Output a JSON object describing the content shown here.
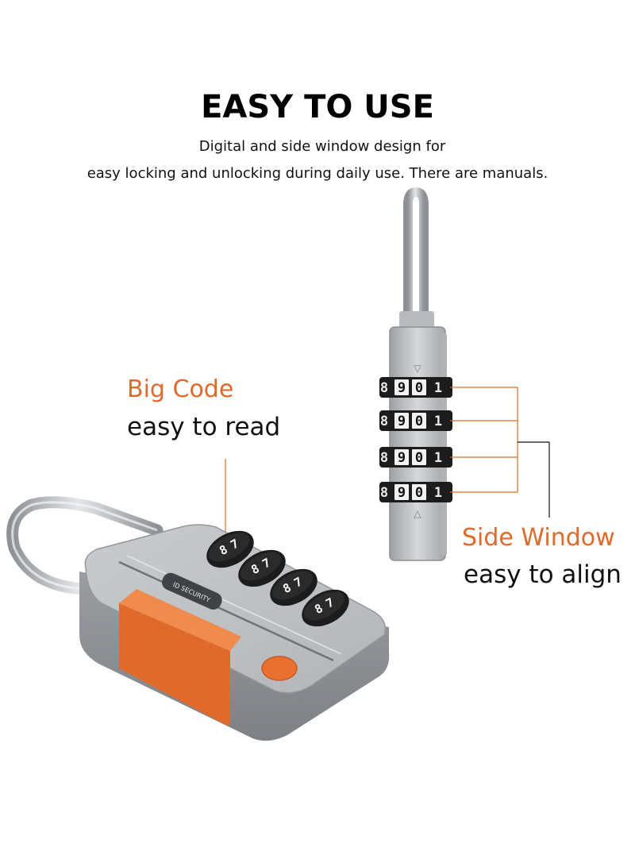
{
  "header": {
    "title": "EASY TO USE",
    "subtitle_line1": "Digital and side window design for",
    "subtitle_line2": "easy locking and unlocking during daily use. There are manuals."
  },
  "callouts": {
    "big_code": {
      "title": "Big Code",
      "desc": "easy to read"
    },
    "side_window": {
      "title": "Side Window",
      "desc": "easy to align"
    }
  },
  "lock_front": {
    "dials": [
      {
        "digits": [
          "8",
          "7"
        ]
      },
      {
        "digits": [
          "8",
          "7"
        ]
      },
      {
        "digits": [
          "8",
          "7"
        ]
      },
      {
        "digits": [
          "8",
          "7"
        ]
      }
    ],
    "badge_text": "ID SECURITY"
  },
  "lock_side": {
    "windows": [
      {
        "digits": [
          "8",
          "9",
          "0",
          "1"
        ]
      },
      {
        "digits": [
          "8",
          "9",
          "0",
          "1"
        ]
      },
      {
        "digits": [
          "8",
          "9",
          "0",
          "1"
        ]
      },
      {
        "digits": [
          "8",
          "9",
          "0",
          "1"
        ]
      }
    ],
    "arrow_top": "▽",
    "arrow_bottom": "△"
  },
  "colors": {
    "accent": "#e06a2c",
    "body_gray": "#a9acaf",
    "body_light": "#cfd1d3",
    "dial_black": "#1c1c1c",
    "shackle": "#c5c7ca"
  }
}
